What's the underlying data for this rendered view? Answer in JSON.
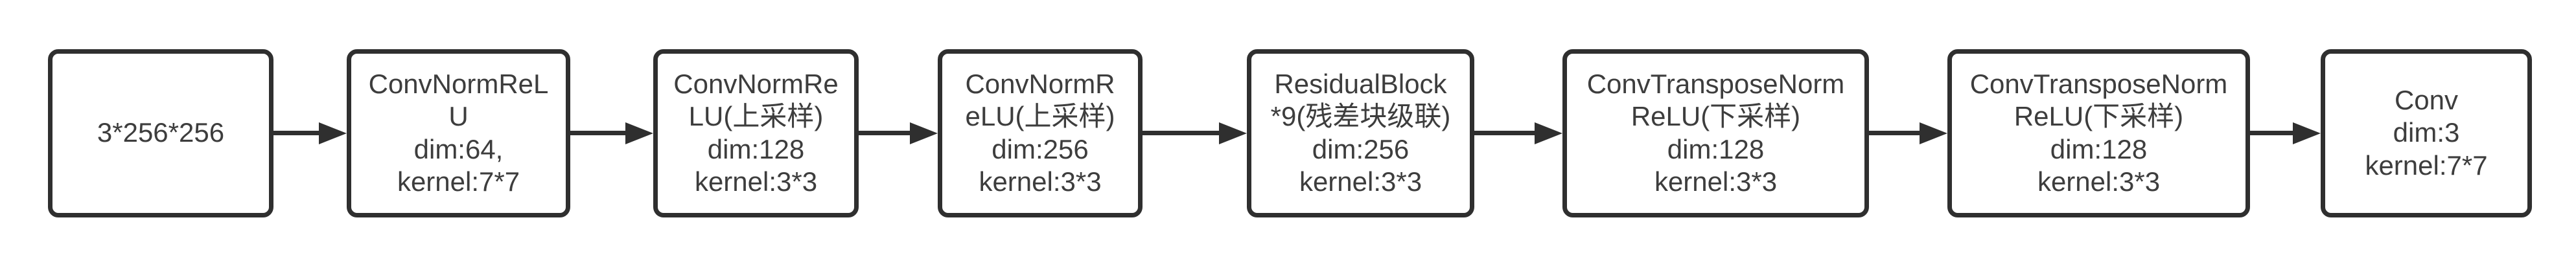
{
  "diagram": {
    "type": "flowchart",
    "direction": "left-to-right",
    "nodes": [
      {
        "id": "input",
        "label": "3*256*256"
      },
      {
        "id": "conv-norm-relu",
        "label": "ConvNormReL\nU\ndim:64,\nkernel:7*7"
      },
      {
        "id": "conv-norm-relu-upsample-1",
        "label": "ConvNormRe\nLU(上采样)\ndim:128\nkernel:3*3"
      },
      {
        "id": "conv-norm-relu-upsample-2",
        "label": "ConvNormR\neLU(上采样)\ndim:256\nkernel:3*3"
      },
      {
        "id": "residual-block-x9",
        "label": "ResidualBlock\n*9(残差块级联)\ndim:256\nkernel:3*3"
      },
      {
        "id": "conv-transpose-downsample-1",
        "label": "ConvTransposeNorm\nReLU(下采样)\ndim:128\nkernel:3*3"
      },
      {
        "id": "conv-transpose-downsample-2",
        "label": "ConvTransposeNorm\nReLU(下采样)\ndim:128\nkernel:3*3"
      },
      {
        "id": "conv-output",
        "label": "Conv\ndim:3\nkernel:7*7"
      }
    ],
    "edges": [
      {
        "from": "input",
        "to": "conv-norm-relu"
      },
      {
        "from": "conv-norm-relu",
        "to": "conv-norm-relu-upsample-1"
      },
      {
        "from": "conv-norm-relu-upsample-1",
        "to": "conv-norm-relu-upsample-2"
      },
      {
        "from": "conv-norm-relu-upsample-2",
        "to": "residual-block-x9"
      },
      {
        "from": "residual-block-x9",
        "to": "conv-transpose-downsample-1"
      },
      {
        "from": "conv-transpose-downsample-1",
        "to": "conv-transpose-downsample-2"
      },
      {
        "from": "conv-transpose-downsample-2",
        "to": "conv-output"
      }
    ]
  },
  "style": {
    "node_border_color": "#2f2f2f",
    "text_color": "#3d3d3d",
    "arrow_color": "#2f2f2f",
    "canvas_background": "#ffffff"
  }
}
